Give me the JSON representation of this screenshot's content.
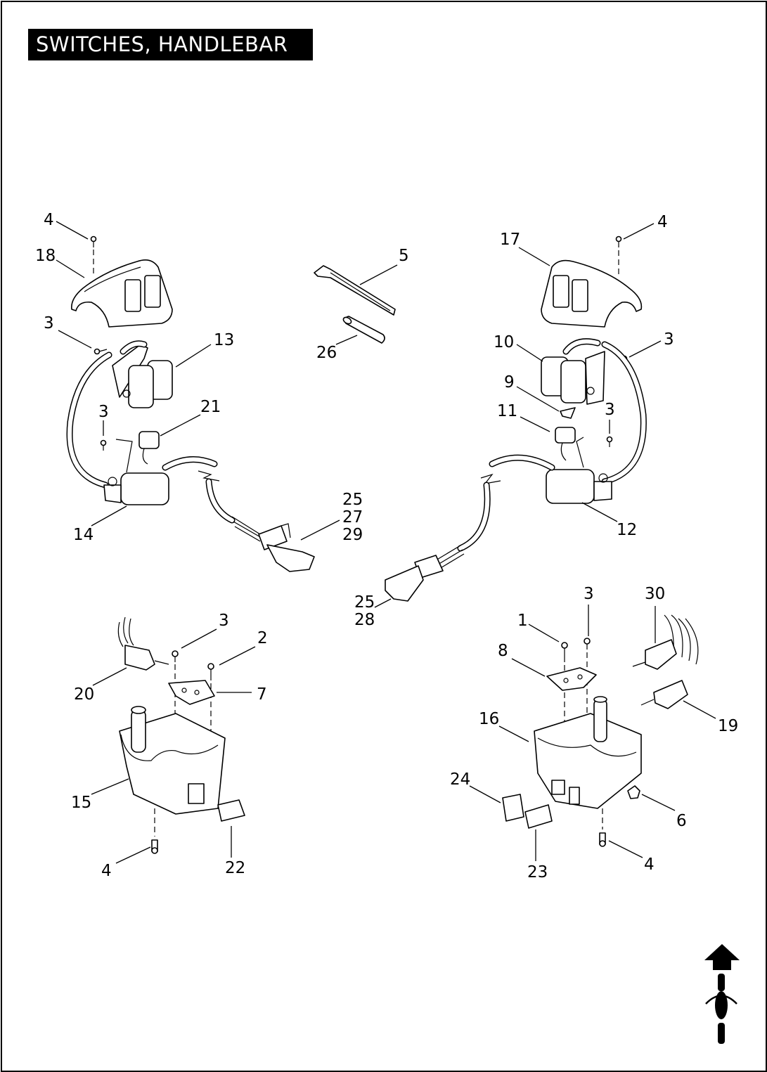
{
  "title": "SWITCHES, HANDLEBAR",
  "callouts": {
    "c_4_tl": "4",
    "c_18": "18",
    "c_3_l1": "3",
    "c_13": "13",
    "c_3_l2": "3",
    "c_21": "21",
    "c_14": "14",
    "c_25_27_29_a": "25",
    "c_25_27_29_b": "27",
    "c_25_27_29_c": "29",
    "c_5": "5",
    "c_26": "26",
    "c_17": "17",
    "c_4_tr": "4",
    "c_10": "10",
    "c_3_r1": "3",
    "c_9": "9",
    "c_11": "11",
    "c_3_r2": "3",
    "c_12": "12",
    "c_25_28_a": "25",
    "c_25_28_b": "28",
    "c_20": "20",
    "c_3_bl": "3",
    "c_2": "2",
    "c_7": "7",
    "c_15": "15",
    "c_4_bl": "4",
    "c_22": "22",
    "c_1": "1",
    "c_3_br": "3",
    "c_30": "30",
    "c_8": "8",
    "c_16": "16",
    "c_19": "19",
    "c_24": "24",
    "c_6": "6",
    "c_23": "23",
    "c_4_br": "4"
  },
  "icons": {
    "orientation": "front-arrow-motorcycle-icon"
  }
}
